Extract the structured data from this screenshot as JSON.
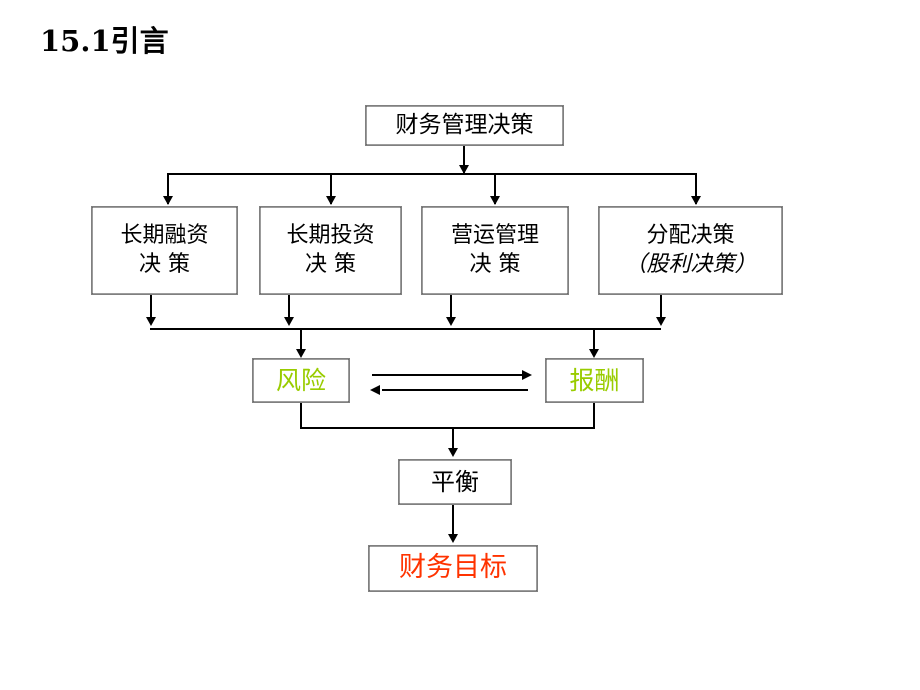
{
  "slide": {
    "title": "15.1引言"
  },
  "diagram": {
    "root": {
      "label": "财务管理决策"
    },
    "decisions": [
      {
        "line1": "长期融资",
        "line2": "决  策"
      },
      {
        "line1": "长期投资",
        "line2": "决  策"
      },
      {
        "line1": "营运管理",
        "line2": "决  策"
      },
      {
        "line1": "分配决策",
        "line2": "（股利决策）"
      }
    ],
    "pair": [
      {
        "label": "风险",
        "color": "#99cc00"
      },
      {
        "label": "报酬",
        "color": "#99cc00"
      }
    ],
    "balance": {
      "label": "平衡",
      "color": "#000000"
    },
    "goal": {
      "label": "财务目标",
      "color": "#ff3300"
    },
    "colors": {
      "line": "#000000",
      "box_border": "#808080",
      "box_border_inner": "#3a3a3a",
      "text": "#000000",
      "accent_green": "#99cc00",
      "accent_red": "#ff3300",
      "background": "#ffffff"
    }
  }
}
